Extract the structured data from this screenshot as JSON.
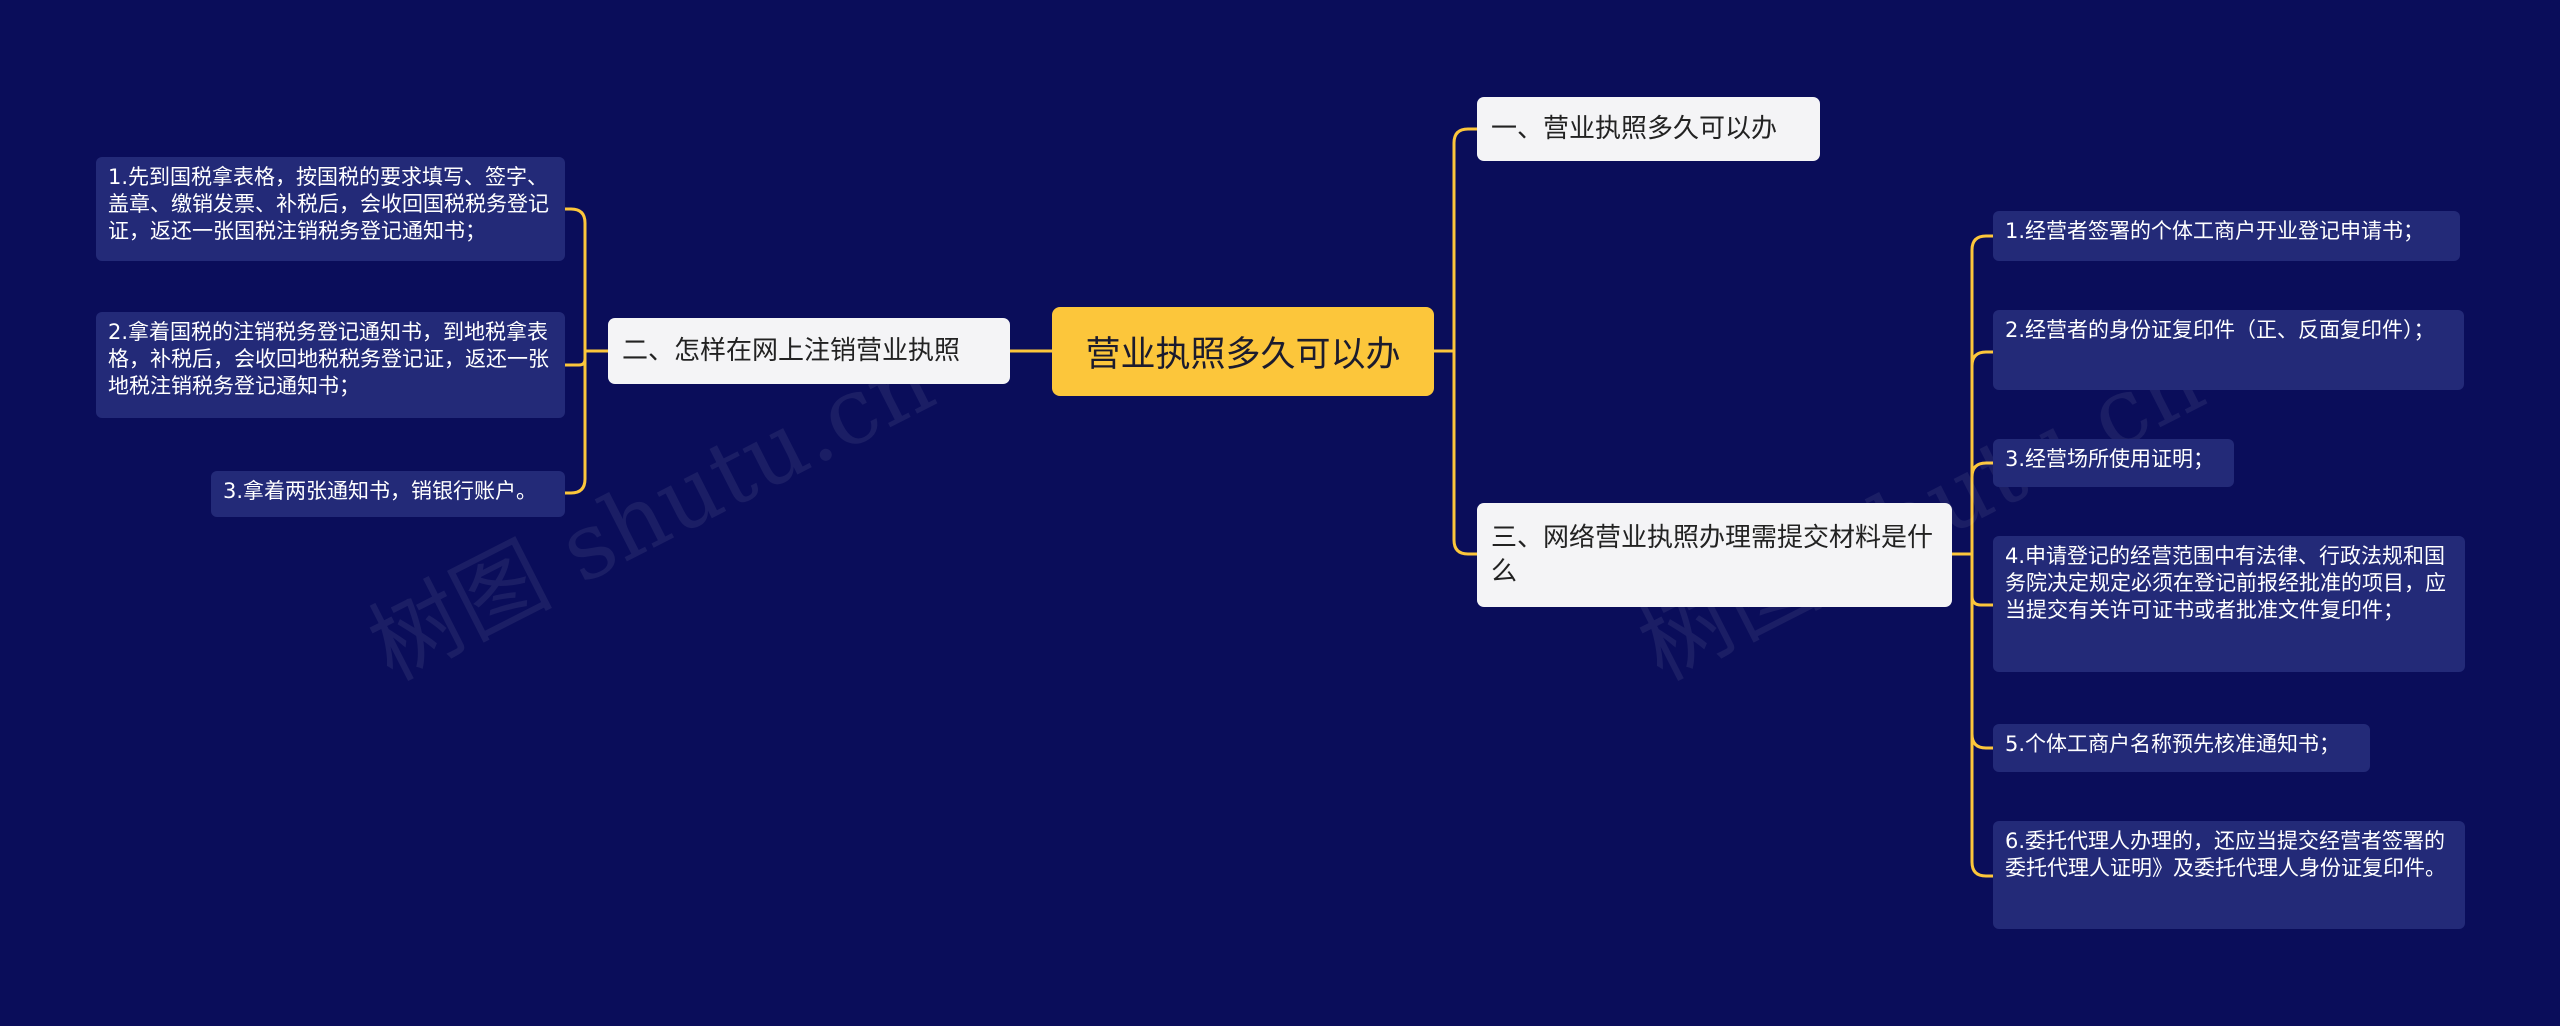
{
  "root": {
    "label": "营业执照多久可以办"
  },
  "branches": {
    "b1": {
      "label": "一、营业执照多久可以办"
    },
    "b2": {
      "label": "二、怎样在网上注销营业执照"
    },
    "b3": {
      "label": "三、网络营业执照办理需提交材料是什么"
    }
  },
  "leaves_b2": [
    "1.先到国税拿表格，按国税的要求填写、签字、盖章、缴销发票、补税后，会收回国税税务登记证，返还一张国税注销税务登记通知书；",
    "2.拿着国税的注销税务登记通知书，到地税拿表格，补税后，会收回地税税务登记证，返还一张地税注销税务登记通知书；",
    "3.拿着两张通知书，销银行账户。"
  ],
  "leaves_b3": [
    "1.经营者签署的个体工商户开业登记申请书；",
    "2.经营者的身份证复印件（正、反面复印件）；",
    "3.经营场所使用证明；",
    "4.申请登记的经营范围中有法律、行政法规和国务院决定规定必须在登记前报经批准的项目，应当提交有关许可证书或者批准文件复印件；",
    "5.个体工商户名称预先核准通知书；",
    "6.委托代理人办理的，还应当提交经营者签署的委托代理人证明》及委托代理人身份证复印件。"
  ],
  "watermark": "树图 shutu.cn",
  "colors": {
    "background": "#0a0d5a",
    "connector": "#fcc63b",
    "root_fill": "#fcc63b",
    "branch_fill": "#f4f4f6",
    "leaf_fill": "#232a78"
  }
}
